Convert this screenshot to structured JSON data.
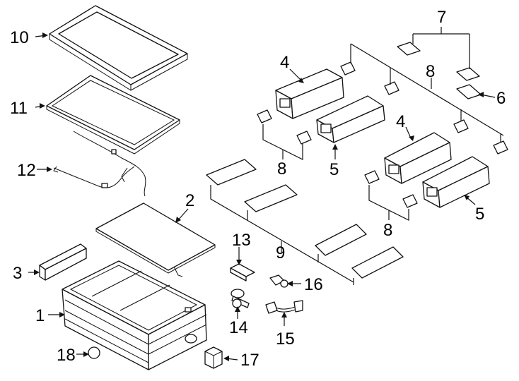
{
  "callouts": {
    "c1": "1",
    "c2": "2",
    "c3": "3",
    "c4a": "4",
    "c4b": "4",
    "c5a": "5",
    "c5b": "5",
    "c6": "6",
    "c7": "7",
    "c8a": "8",
    "c8b": "8",
    "c8c": "8",
    "c9": "9",
    "c10": "10",
    "c11": "11",
    "c12": "12",
    "c13": "13",
    "c14": "14",
    "c15": "15",
    "c16": "16",
    "c17": "17",
    "c18": "18"
  }
}
